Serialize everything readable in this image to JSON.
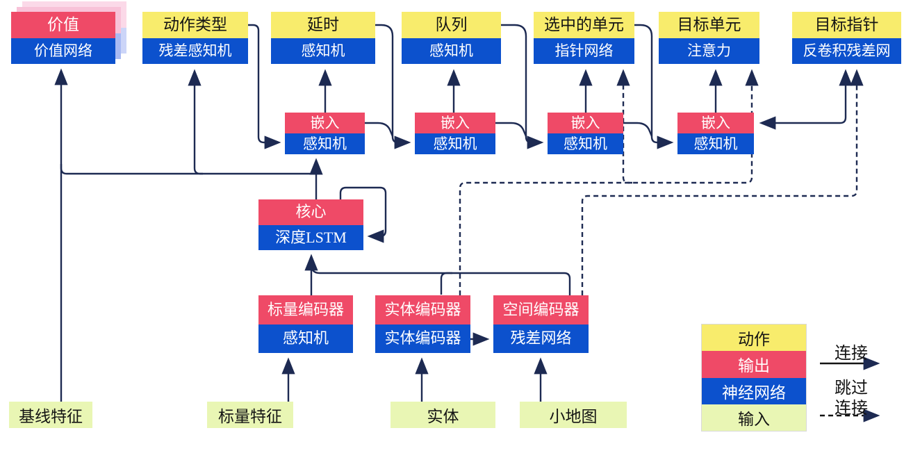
{
  "diagram": {
    "heads": [
      {
        "top": "价值",
        "bottom": "价值网络"
      },
      {
        "top": "动作类型",
        "bottom": "残差感知机"
      },
      {
        "top": "延时",
        "bottom": "感知机"
      },
      {
        "top": "队列",
        "bottom": "感知机"
      },
      {
        "top": "选中的单元",
        "bottom": "指针网络"
      },
      {
        "top": "目标单元",
        "bottom": "注意力"
      },
      {
        "top": "目标指针",
        "bottom": "反卷积残差网"
      }
    ],
    "embeds": [
      {
        "top": "嵌入",
        "bottom": "感知机"
      },
      {
        "top": "嵌入",
        "bottom": "感知机"
      },
      {
        "top": "嵌入",
        "bottom": "感知机"
      },
      {
        "top": "嵌入",
        "bottom": "感知机"
      }
    ],
    "core": {
      "top": "核心",
      "bottom": "深度LSTM"
    },
    "encoders": [
      {
        "top": "标量编码器",
        "bottom": "感知机"
      },
      {
        "top": "实体编码器",
        "bottom": "实体编码器"
      },
      {
        "top": "空间编码器",
        "bottom": "残差网络"
      }
    ],
    "inputs": {
      "baseline": "基线特征",
      "scalar": "标量特征",
      "entities": "实体",
      "minimap": "小地图"
    },
    "legend": {
      "items": [
        {
          "label": "动作",
          "color": "#f8ec6c"
        },
        {
          "label": "输出",
          "color": "#ef4a67"
        },
        {
          "label": "神经网络",
          "color": "#0c51cd"
        },
        {
          "label": "输入",
          "color": "#e9f6b4"
        }
      ],
      "connection": "连接",
      "skip_line1": "跳过",
      "skip_line2": "连接"
    },
    "colors": {
      "line": "#1d2a52",
      "yellow": "#f8ec6c",
      "red": "#ef4a67",
      "blue": "#0c51cd",
      "green": "#e9f6b4",
      "shadow_pink": "#f8c2d8",
      "shadow_blue": "#a9baf3",
      "shadow_pink_light": "#fbd9e8",
      "shadow_blue_light": "#ccd5f8"
    }
  }
}
